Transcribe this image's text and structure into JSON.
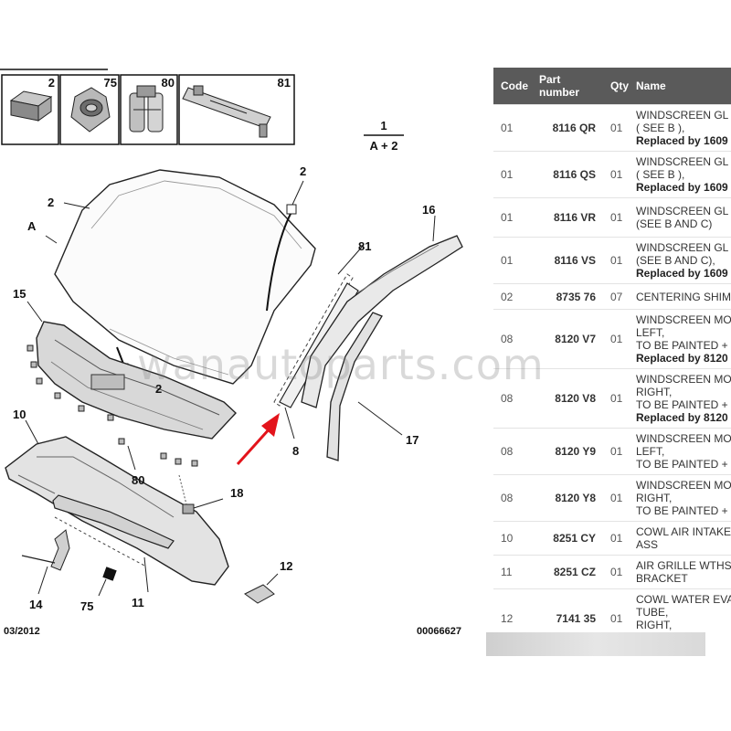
{
  "legend": {
    "boxes": [
      {
        "number": "2"
      },
      {
        "number": "75"
      },
      {
        "number": "80"
      },
      {
        "number": "81"
      }
    ]
  },
  "diagram": {
    "kit": {
      "number": "1",
      "formula": "A + 2"
    },
    "labels": {
      "l2a": "2",
      "lA": "A",
      "l2b": "2",
      "l81": "81",
      "l16": "16",
      "l15": "15",
      "l2c": "2",
      "l8": "8",
      "l17": "17",
      "l10": "10",
      "l80": "80",
      "l18": "18",
      "l12": "12",
      "l14": "14",
      "l75": "75",
      "l11": "11"
    },
    "date_code": "03/2012",
    "drawing_ref": "00066627",
    "highlight_color": "#e3141b"
  },
  "table": {
    "headers": {
      "code": "Code",
      "part_number": "Part\nnumber",
      "qty": "Qty",
      "name": "Name"
    },
    "rows": [
      {
        "code": "01",
        "part_number": "8116 QR",
        "qty": "01",
        "name": "WINDSCREEN GL\n( SEE B ),",
        "replaced": "Replaced by 1609"
      },
      {
        "code": "01",
        "part_number": "8116 QS",
        "qty": "01",
        "name": "WINDSCREEN GL\n( SEE B ),",
        "replaced": "Replaced by 1609"
      },
      {
        "code": "01",
        "part_number": "8116 VR",
        "qty": "01",
        "name": "WINDSCREEN GL\n(SEE B AND C)",
        "replaced": ""
      },
      {
        "code": "01",
        "part_number": "8116 VS",
        "qty": "01",
        "name": "WINDSCREEN GL\n(SEE B AND C),",
        "replaced": "Replaced by 1609"
      },
      {
        "code": "02",
        "part_number": "8735 76",
        "qty": "07",
        "name": "CENTERING SHIM",
        "replaced": ""
      },
      {
        "code": "08",
        "part_number": "8120 V7",
        "qty": "01",
        "name": "WINDSCREEN MO\nLEFT,\nTO BE PAINTED +",
        "replaced": "Replaced by 8120"
      },
      {
        "code": "08",
        "part_number": "8120 V8",
        "qty": "01",
        "name": "WINDSCREEN MO\nRIGHT,\nTO BE PAINTED +",
        "replaced": "Replaced by 8120"
      },
      {
        "code": "08",
        "part_number": "8120 Y9",
        "qty": "01",
        "name": "WINDSCREEN MO\nLEFT,\nTO BE PAINTED +",
        "replaced": ""
      },
      {
        "code": "08",
        "part_number": "8120 Y8",
        "qty": "01",
        "name": "WINDSCREEN MO\nRIGHT,\nTO BE PAINTED +",
        "replaced": ""
      },
      {
        "code": "10",
        "part_number": "8251 CY",
        "qty": "01",
        "name": "COWL AIR INTAKE\nASS",
        "replaced": ""
      },
      {
        "code": "11",
        "part_number": "8251 CZ",
        "qty": "01",
        "name": "AIR GRILLE WTHS\nBRACKET",
        "replaced": ""
      },
      {
        "code": "12",
        "part_number": "7141 35",
        "qty": "01",
        "name": "COWL WATER EVA\nTUBE,\nRIGHT,\nSEE A",
        "replaced": ""
      }
    ]
  },
  "watermark": "wanautoparts.com"
}
